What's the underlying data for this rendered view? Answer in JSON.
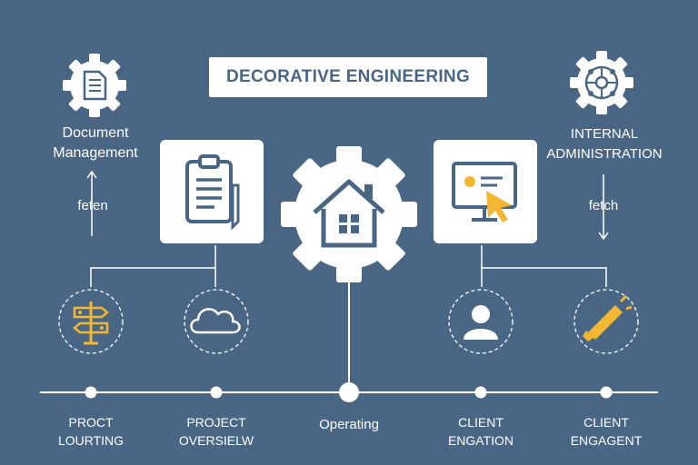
{
  "title": "DECORATIVE ENGINEERING",
  "top_left": {
    "label_line1": "Document",
    "label_line2": "Management",
    "action": "feten",
    "icon": "document-gear-icon"
  },
  "top_right": {
    "label_line1": "INTERNAL",
    "label_line2": "ADMINISTRATION",
    "action": "fetch",
    "icon": "network-gear-icon"
  },
  "center": {
    "left_card_icon": "clipboard-icon",
    "hub_icon": "house-gear-icon",
    "right_card_icon": "monitor-cursor-icon"
  },
  "nodes": [
    {
      "icon": "route-sign-icon",
      "line1": "PROCT",
      "line2": "LOURTING"
    },
    {
      "icon": "cloud-icon",
      "line1": "PROJECT",
      "line2": "OVERSIELW"
    },
    {
      "icon": "timeline-node-icon",
      "line1": "Operating",
      "line2": ""
    },
    {
      "icon": "user-icon",
      "line1": "CLIENT",
      "line2": "ENGATION"
    },
    {
      "icon": "megaphone-icon",
      "line1": "CLIENT",
      "line2": "ENGAGENT"
    }
  ],
  "colors": {
    "background": "#4a6685",
    "accent": "#f4b731",
    "icon_dark": "#4a6685",
    "line": "#ffffff"
  }
}
